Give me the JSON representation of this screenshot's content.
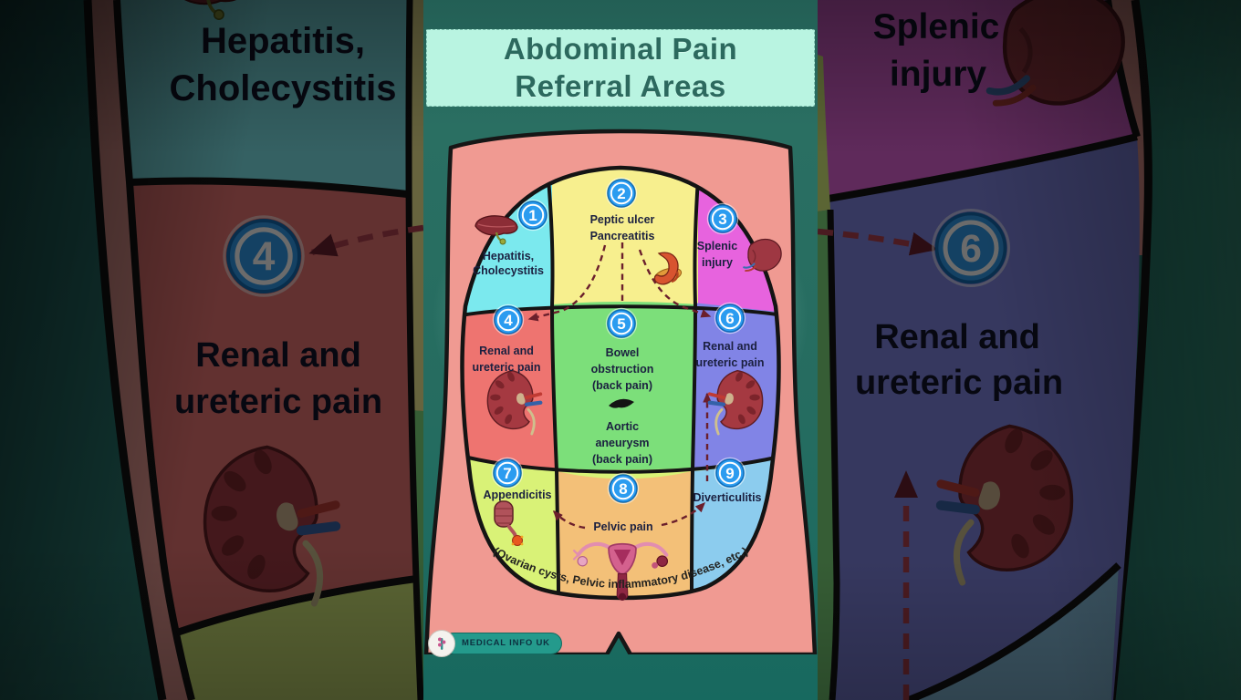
{
  "title": {
    "line1": "Abdominal Pain",
    "line2": "Referral Areas"
  },
  "regions": [
    {
      "number": "1",
      "line1": "Hepatitis,",
      "line2": "Cholecystitis"
    },
    {
      "number": "2",
      "line1": "Peptic ulcer",
      "line2": "Pancreatitis"
    },
    {
      "number": "3",
      "line1": "Splenic",
      "line2": "injury"
    },
    {
      "number": "4",
      "line1": "Renal and",
      "line2": "ureteric pain"
    },
    {
      "number": "5",
      "line1": "Bowel",
      "line2": "obstruction",
      "line3": "(back pain)",
      "line4": "Aortic",
      "line5": "aneurysm",
      "line6": "(back pain)"
    },
    {
      "number": "6",
      "line1": "Renal and",
      "line2": "ureteric pain"
    },
    {
      "number": "7",
      "line1": "Appendicitis"
    },
    {
      "number": "8",
      "line1": "Pelvic pain"
    },
    {
      "number": "9",
      "line1": "Diverticulitis"
    }
  ],
  "footnote": "(Ovarian cysts, Pelvic inflammatory disease, etc.)",
  "logo": {
    "text": "MEDICAL INFO UK"
  },
  "left_panel": {
    "top_line1": "Hepatitis,",
    "top_line2": "Cholecystitis",
    "number": "4",
    "mid_line1": "Renal and",
    "mid_line2": "ureteric pain"
  },
  "right_panel": {
    "top_line1": "Splenic",
    "top_line2": "injury",
    "number": "6",
    "mid_line1": "Renal and",
    "mid_line2": "ureteric pain"
  },
  "colors": {
    "region1": "#7be9ee",
    "region2": "#f7ef8e",
    "region3": "#e763de",
    "region4": "#ee7470",
    "region5": "#7cdf7a",
    "region6": "#8184e6",
    "region7": "#d9f277",
    "region8": "#f3c078",
    "region9": "#8cccee",
    "skin": "#f09a92",
    "badge_blue": "#2b9cf0",
    "arrow_maroon": "#6b1f2c",
    "banner_bg": "#b9f4e1",
    "banner_text": "#2c695e",
    "teal_bg": "#256c60",
    "label_text": "#1b2040"
  }
}
